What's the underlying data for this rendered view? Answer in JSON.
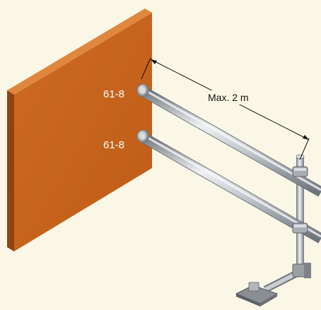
{
  "labels": {
    "fitting_top": "61-8",
    "fitting_bottom": "61-8",
    "dimension": "Max. 2 m"
  },
  "colors": {
    "background": "#fbf7e6",
    "wall_front": "#c9651e",
    "wall_side": "#8f4310",
    "wall_top": "#e0873f",
    "pipe_light": "#eef0f2",
    "pipe_mid": "#b7bcc2",
    "pipe_dark": "#6e747b",
    "base_plate": "#8a8f94"
  },
  "icons": {
    "fitting": "wall-flange-icon",
    "clamp": "pipe-clamp-icon",
    "base": "base-plate-icon"
  }
}
